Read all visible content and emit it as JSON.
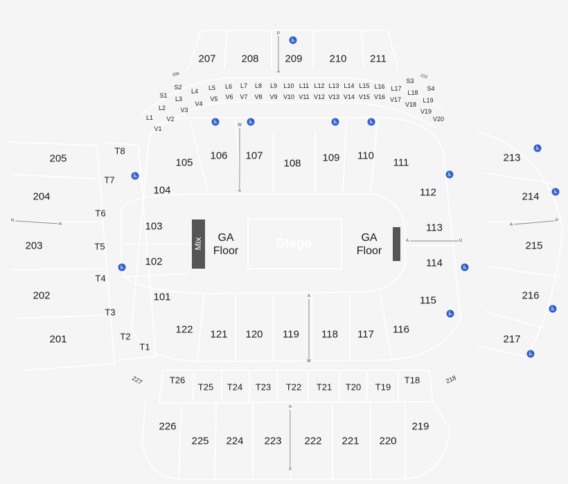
{
  "stage_label": "Stage",
  "mix_label": "Mix",
  "ga_floor": {
    "line1": "GA",
    "line2": "Floor"
  },
  "colors": {
    "background": "#f5f5f5",
    "section_outline": "#ffffff",
    "accessible_icon": "#2f5ec7",
    "mix_block": "#555555"
  },
  "sections_200": [
    "201",
    "202",
    "203",
    "204",
    "205",
    "206",
    "207",
    "208",
    "209",
    "210",
    "211",
    "212",
    "213",
    "214",
    "215",
    "216",
    "217",
    "218",
    "219",
    "220",
    "221",
    "222",
    "223",
    "224",
    "225",
    "226",
    "227"
  ],
  "sections_100": [
    "101",
    "102",
    "103",
    "104",
    "105",
    "106",
    "107",
    "108",
    "109",
    "110",
    "111",
    "112",
    "113",
    "114",
    "115",
    "116",
    "117",
    "118",
    "119",
    "120",
    "121",
    "122"
  ],
  "t_sections": [
    "T1",
    "T2",
    "T3",
    "T4",
    "T5",
    "T6",
    "T7",
    "T8",
    "T18",
    "T19",
    "T20",
    "T21",
    "T22",
    "T23",
    "T24",
    "T25",
    "T26"
  ],
  "s_sections": [
    "S1",
    "S2",
    "S3",
    "S4"
  ],
  "l_sections": [
    "L1",
    "L2",
    "L3",
    "L4",
    "L5",
    "L6",
    "L7",
    "L8",
    "L9",
    "L10",
    "L11",
    "L12",
    "L13",
    "L14",
    "L15",
    "L16",
    "L17",
    "L18",
    "L19"
  ],
  "v_sections": [
    "V1",
    "V2",
    "V3",
    "V4",
    "V5",
    "V6",
    "V7",
    "V8",
    "V9",
    "V10",
    "V11",
    "V12",
    "V13",
    "V14",
    "V15",
    "V16",
    "V17",
    "V18",
    "V19",
    "V20"
  ],
  "aisle_markers": [
    "P",
    "A",
    "W",
    "A",
    "A",
    "W",
    "N",
    "A",
    "A",
    "U",
    "A",
    "P",
    "A",
    "X"
  ],
  "accessible_icon": "wheelchair-icon"
}
